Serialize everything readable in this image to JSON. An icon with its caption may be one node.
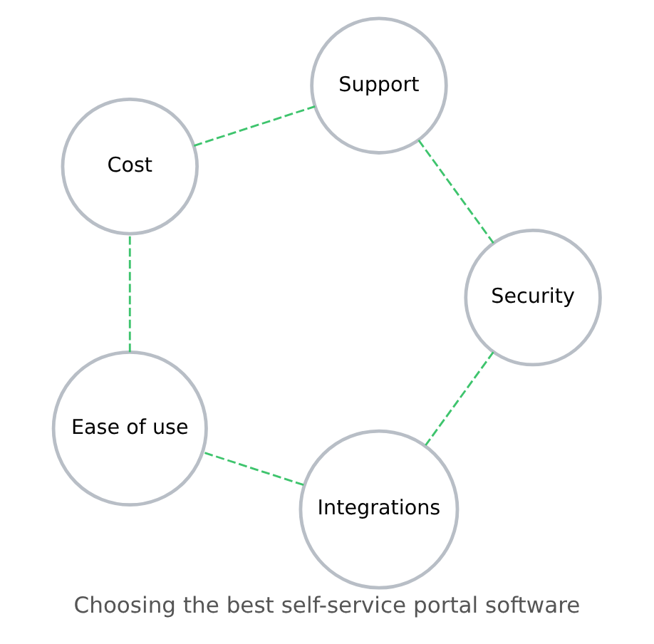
{
  "diagram": {
    "title": "Choosing the best self-service portal software",
    "nodes": [
      {
        "text": [
          "Integrations"
        ]
      },
      {
        "text": [
          "Security"
        ]
      },
      {
        "text": [
          "Ease of use"
        ]
      },
      {
        "text": [
          "Support"
        ]
      },
      {
        "text": [
          "Cost"
        ]
      }
    ],
    "edges": [
      {
        "from": 0,
        "to": 2,
        "arrow": "none",
        "style": "dashed",
        "color": "#3ec46d"
      },
      {
        "from": 2,
        "to": 4,
        "arrow": "none",
        "style": "dashed",
        "color": "#3ec46d"
      },
      {
        "from": 4,
        "to": 3,
        "arrow": "none",
        "style": "dashed",
        "color": "#3ec46d"
      },
      {
        "from": 3,
        "to": 1,
        "arrow": "none",
        "style": "dashed",
        "color": "#3ec46d"
      },
      {
        "from": 1,
        "to": 0,
        "arrow": "none",
        "style": "dashed",
        "color": "#3ec46d"
      }
    ]
  }
}
